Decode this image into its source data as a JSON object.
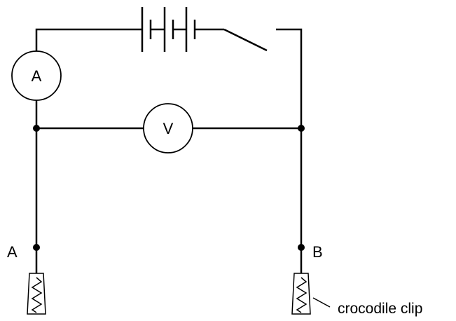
{
  "diagram": {
    "ammeter_symbol": "A",
    "voltmeter_symbol": "V",
    "terminal_a_label": "A",
    "terminal_b_label": "B",
    "clip_label": "crocodile clip"
  },
  "icons": {
    "battery": "battery-icon",
    "switch": "open-switch-icon",
    "clip": "crocodile-clip-icon"
  },
  "colors": {
    "line": "#000000",
    "background": "#ffffff"
  }
}
